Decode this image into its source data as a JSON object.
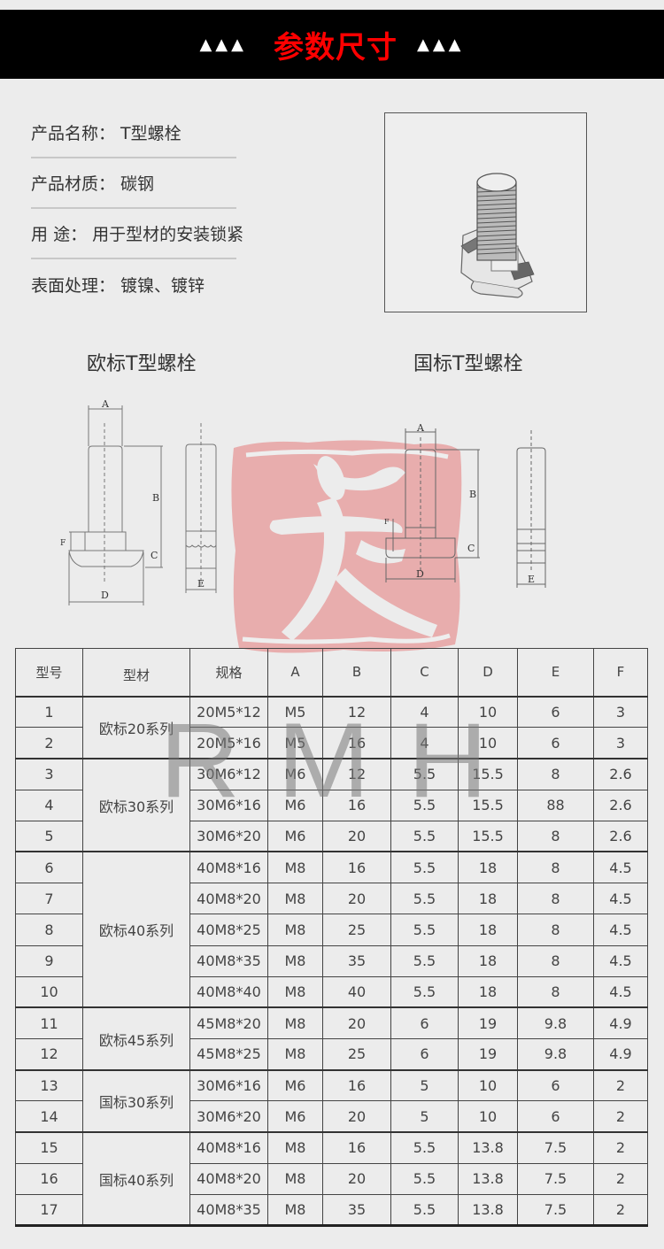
{
  "banner": {
    "title": "参数尺寸",
    "left_decoration": "▲▲▲",
    "right_decoration": "▲▲▲",
    "title_color": "#ff0000",
    "background": "#000000"
  },
  "product_info": [
    {
      "label": "产品名称：",
      "value": "T型螺栓"
    },
    {
      "label": "产品材质：",
      "value": "碳钢"
    },
    {
      "label_a": "用",
      "label_b": "途：",
      "value": "用于型材的安装锁紧"
    },
    {
      "label": "表面处理：",
      "value": "镀镍、镀锌"
    }
  ],
  "product_image": {
    "alt": "T-bolt isometric drawing"
  },
  "drawings": {
    "left_caption": "欧标T型螺栓",
    "right_caption": "国标T型螺栓",
    "dimension_labels": [
      "A",
      "B",
      "C",
      "D",
      "E",
      "F"
    ]
  },
  "watermark": {
    "stamp_char": "美",
    "text": "RMH",
    "stamp_color": "#e8a9a9"
  },
  "table": {
    "headers": [
      "型号",
      "型材",
      "规格",
      "A",
      "B",
      "C",
      "D",
      "E",
      "F"
    ],
    "groups": [
      {
        "series": "欧标20系列",
        "rows": [
          {
            "no": "1",
            "spec": "20M5*12",
            "A": "M5",
            "B": "12",
            "C": "4",
            "D": "10",
            "E": "6",
            "F": "3"
          },
          {
            "no": "2",
            "spec": "20M5*16",
            "A": "M5",
            "B": "16",
            "C": "4",
            "D": "10",
            "E": "6",
            "F": "3"
          }
        ]
      },
      {
        "series": "欧标30系列",
        "rows": [
          {
            "no": "3",
            "spec": "30M6*12",
            "A": "M6",
            "B": "12",
            "C": "5.5",
            "D": "15.5",
            "E": "8",
            "F": "2.6"
          },
          {
            "no": "4",
            "spec": "30M6*16",
            "A": "M6",
            "B": "16",
            "C": "5.5",
            "D": "15.5",
            "E": "88",
            "F": "2.6"
          },
          {
            "no": "5",
            "spec": "30M6*20",
            "A": "M6",
            "B": "20",
            "C": "5.5",
            "D": "15.5",
            "E": "8",
            "F": "2.6"
          }
        ]
      },
      {
        "series": "欧标40系列",
        "rows": [
          {
            "no": "6",
            "spec": "40M8*16",
            "A": "M8",
            "B": "16",
            "C": "5.5",
            "D": "18",
            "E": "8",
            "F": "4.5"
          },
          {
            "no": "7",
            "spec": "40M8*20",
            "A": "M8",
            "B": "20",
            "C": "5.5",
            "D": "18",
            "E": "8",
            "F": "4.5"
          },
          {
            "no": "8",
            "spec": "40M8*25",
            "A": "M8",
            "B": "25",
            "C": "5.5",
            "D": "18",
            "E": "8",
            "F": "4.5"
          },
          {
            "no": "9",
            "spec": "40M8*35",
            "A": "M8",
            "B": "35",
            "C": "5.5",
            "D": "18",
            "E": "8",
            "F": "4.5"
          },
          {
            "no": "10",
            "spec": "40M8*40",
            "A": "M8",
            "B": "40",
            "C": "5.5",
            "D": "18",
            "E": "8",
            "F": "4.5"
          }
        ]
      },
      {
        "series": "欧标45系列",
        "rows": [
          {
            "no": "11",
            "spec": "45M8*20",
            "A": "M8",
            "B": "20",
            "C": "6",
            "D": "19",
            "E": "9.8",
            "F": "4.9"
          },
          {
            "no": "12",
            "spec": "45M8*25",
            "A": "M8",
            "B": "25",
            "C": "6",
            "D": "19",
            "E": "9.8",
            "F": "4.9"
          }
        ]
      },
      {
        "series": "国标30系列",
        "rows": [
          {
            "no": "13",
            "spec": "30M6*16",
            "A": "M6",
            "B": "16",
            "C": "5",
            "D": "10",
            "E": "6",
            "F": "2"
          },
          {
            "no": "14",
            "spec": "30M6*20",
            "A": "M6",
            "B": "20",
            "C": "5",
            "D": "10",
            "E": "6",
            "F": "2"
          }
        ]
      },
      {
        "series": "国标40系列",
        "rows": [
          {
            "no": "15",
            "spec": "40M8*16",
            "A": "M8",
            "B": "16",
            "C": "5.5",
            "D": "13.8",
            "E": "7.5",
            "F": "2"
          },
          {
            "no": "16",
            "spec": "40M8*20",
            "A": "M8",
            "B": "20",
            "C": "5.5",
            "D": "13.8",
            "E": "7.5",
            "F": "2"
          },
          {
            "no": "17",
            "spec": "40M8*35",
            "A": "M8",
            "B": "35",
            "C": "5.5",
            "D": "13.8",
            "E": "7.5",
            "F": "2"
          }
        ]
      }
    ]
  }
}
